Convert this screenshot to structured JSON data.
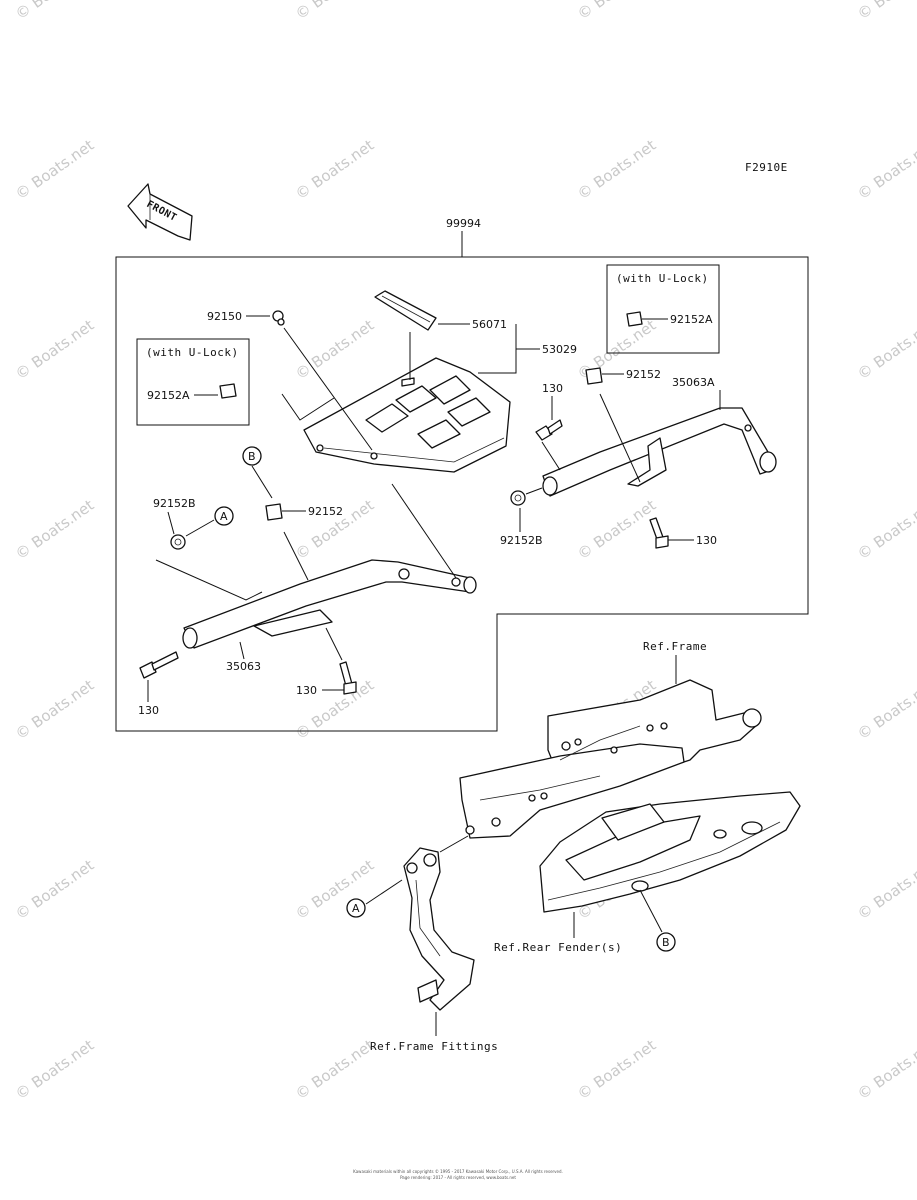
{
  "diagram": {
    "figure_code": "F2910E",
    "front_label": "FRONT",
    "assembly_number": "99994",
    "parts": {
      "p56071": "56071",
      "p53029": "53029",
      "p92150": "92150",
      "p92152_right": "92152",
      "p35063A": "35063A",
      "p130_upper": "130",
      "p130_right": "130",
      "p92152B_right": "92152B",
      "p92152B_left": "92152B",
      "p92152_left": "92152",
      "p35063": "35063",
      "p130_left": "130",
      "p130_bottom": "130"
    },
    "ulock_left": {
      "title": "(with U-Lock)",
      "part": "92152A"
    },
    "ulock_right": {
      "title": "(with U-Lock)",
      "part": "92152A"
    },
    "callouts": {
      "a_top": "A",
      "b_top": "B",
      "a_bottom": "A",
      "b_bottom": "B"
    },
    "refs": {
      "frame": "Ref.Frame",
      "rear_fender": "Ref.Rear Fender(s)",
      "frame_fittings": "Ref.Frame Fittings"
    },
    "watermark": "© Boats.net",
    "copyright": [
      "Kawasaki materials within all copyrights © 1995 - 2017 Kawasaki Motor Corp., U.S.A. All rights reserved.",
      "Page rendering: 2017 - All rights reserved, www.boats.net"
    ]
  }
}
